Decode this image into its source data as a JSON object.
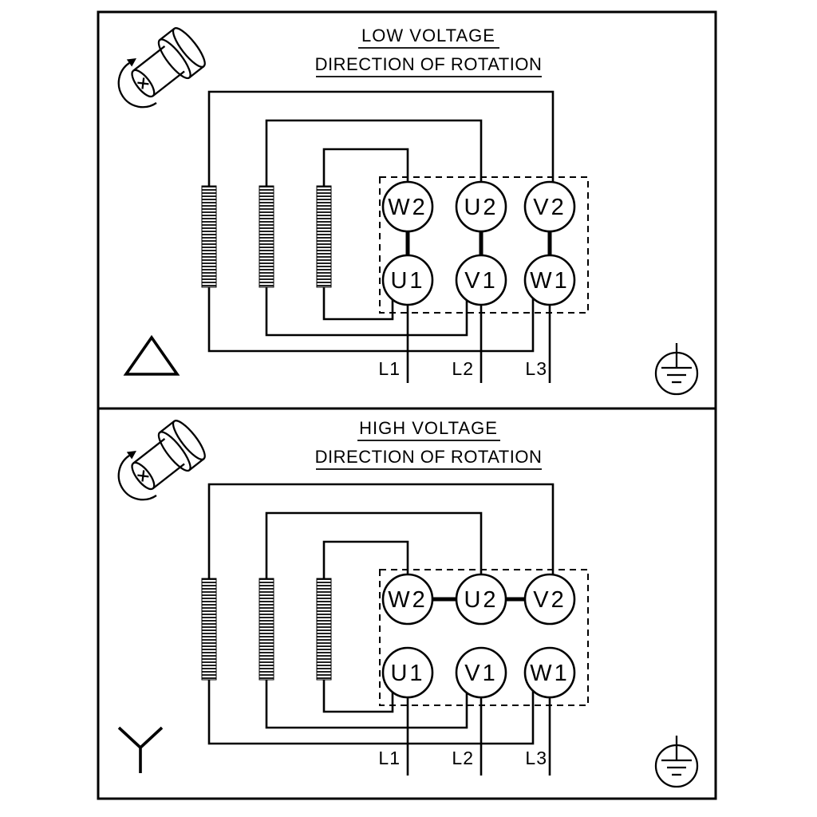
{
  "page": {
    "background": "#ffffff",
    "line_color": "#000000"
  },
  "panels": [
    {
      "id": "low-voltage",
      "title": "LOW VOLTAGE",
      "subtitle": "DIRECTION OF ROTATION",
      "connection": "delta",
      "terminals_top": [
        "W2",
        "U2",
        "V2"
      ],
      "terminals_bottom": [
        "U1",
        "V1",
        "W1"
      ],
      "supply_lines": [
        "L1",
        "L2",
        "L3"
      ],
      "symbols": [
        "rotation-direction-shaft-icon",
        "delta-connection-icon",
        "earth-ground-icon"
      ]
    },
    {
      "id": "high-voltage",
      "title": "HIGH VOLTAGE",
      "subtitle": "DIRECTION OF ROTATION",
      "connection": "star",
      "terminals_top": [
        "W2",
        "U2",
        "V2"
      ],
      "terminals_bottom": [
        "U1",
        "V1",
        "W1"
      ],
      "supply_lines": [
        "L1",
        "L2",
        "L3"
      ],
      "symbols": [
        "rotation-direction-shaft-icon",
        "star-connection-icon",
        "earth-ground-icon"
      ]
    }
  ]
}
